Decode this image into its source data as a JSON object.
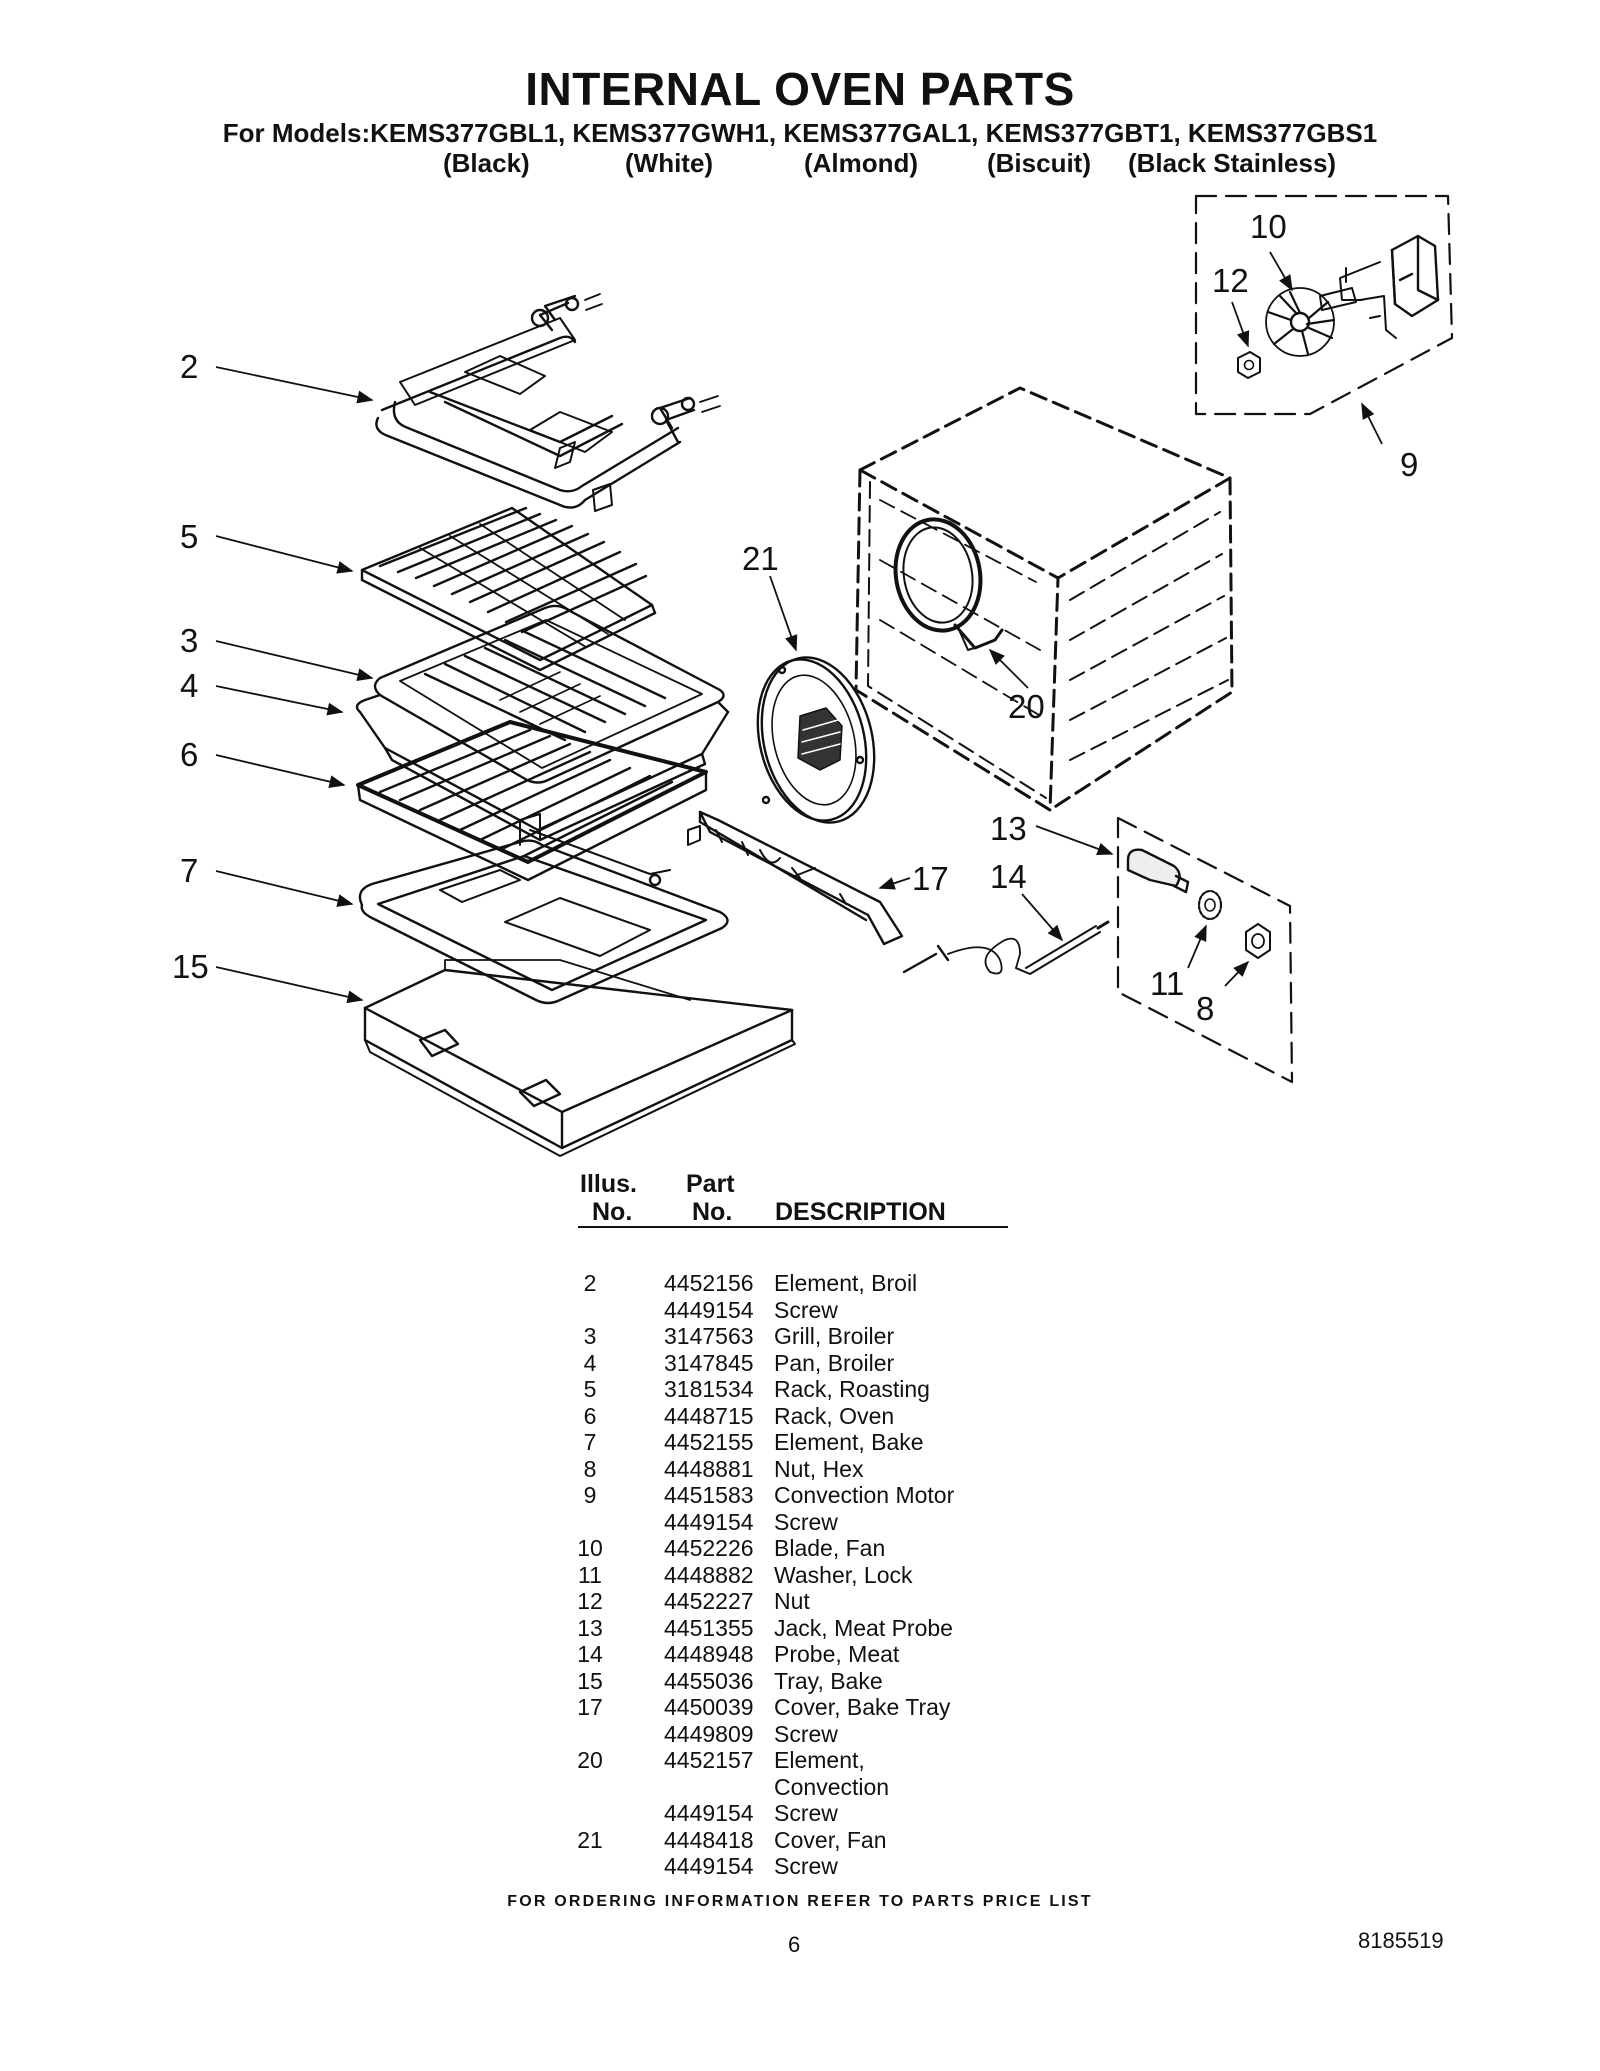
{
  "header": {
    "title": "INTERNAL OVEN PARTS",
    "models_line": "For Models:KEMS377GBL1, KEMS377GWH1, KEMS377GAL1, KEMS377GBT1, KEMS377GBS1",
    "variants": [
      "(Black)",
      "(White)",
      "(Almond)",
      "(Biscuit)",
      "(Black Stainless)"
    ]
  },
  "callouts": [
    "2",
    "5",
    "3",
    "4",
    "6",
    "7",
    "15",
    "21",
    "20",
    "10",
    "12",
    "9",
    "13",
    "14",
    "17",
    "11",
    "8"
  ],
  "table": {
    "col_illus_1": "Illus.",
    "col_illus_2": "No.",
    "col_part_1": "Part",
    "col_part_2": "No.",
    "col_desc": "DESCRIPTION",
    "rows": [
      {
        "illus": "2",
        "part": "4452156",
        "desc": "Element, Broil"
      },
      {
        "illus": "",
        "part": "4449154",
        "desc": "Screw"
      },
      {
        "illus": "3",
        "part": "3147563",
        "desc": "Grill, Broiler"
      },
      {
        "illus": "4",
        "part": "3147845",
        "desc": "Pan, Broiler"
      },
      {
        "illus": "5",
        "part": "3181534",
        "desc": "Rack, Roasting"
      },
      {
        "illus": "6",
        "part": "4448715",
        "desc": "Rack, Oven"
      },
      {
        "illus": "7",
        "part": "4452155",
        "desc": "Element, Bake"
      },
      {
        "illus": "8",
        "part": "4448881",
        "desc": "Nut, Hex"
      },
      {
        "illus": "9",
        "part": "4451583",
        "desc": "Convection Motor"
      },
      {
        "illus": "",
        "part": "4449154",
        "desc": "Screw"
      },
      {
        "illus": "10",
        "part": "4452226",
        "desc": "Blade, Fan"
      },
      {
        "illus": "11",
        "part": "4448882",
        "desc": "Washer, Lock"
      },
      {
        "illus": "12",
        "part": "4452227",
        "desc": "Nut"
      },
      {
        "illus": "13",
        "part": "4451355",
        "desc": "Jack, Meat Probe"
      },
      {
        "illus": "14",
        "part": "4448948",
        "desc": "Probe, Meat"
      },
      {
        "illus": "15",
        "part": "4455036",
        "desc": "Tray, Bake"
      },
      {
        "illus": "17",
        "part": "4450039",
        "desc": "Cover, Bake Tray"
      },
      {
        "illus": "",
        "part": "4449809",
        "desc": "Screw"
      },
      {
        "illus": "20",
        "part": "4452157",
        "desc": "Element,"
      },
      {
        "illus": "",
        "part": "",
        "desc": "Convection"
      },
      {
        "illus": "",
        "part": "4449154",
        "desc": "Screw"
      },
      {
        "illus": "21",
        "part": "4448418",
        "desc": "Cover, Fan"
      },
      {
        "illus": "",
        "part": "4449154",
        "desc": "Screw"
      }
    ]
  },
  "footer": {
    "ordering_note": "FOR ORDERING INFORMATION REFER TO PARTS PRICE LIST",
    "page_number": "6",
    "document_number": "8185519"
  }
}
